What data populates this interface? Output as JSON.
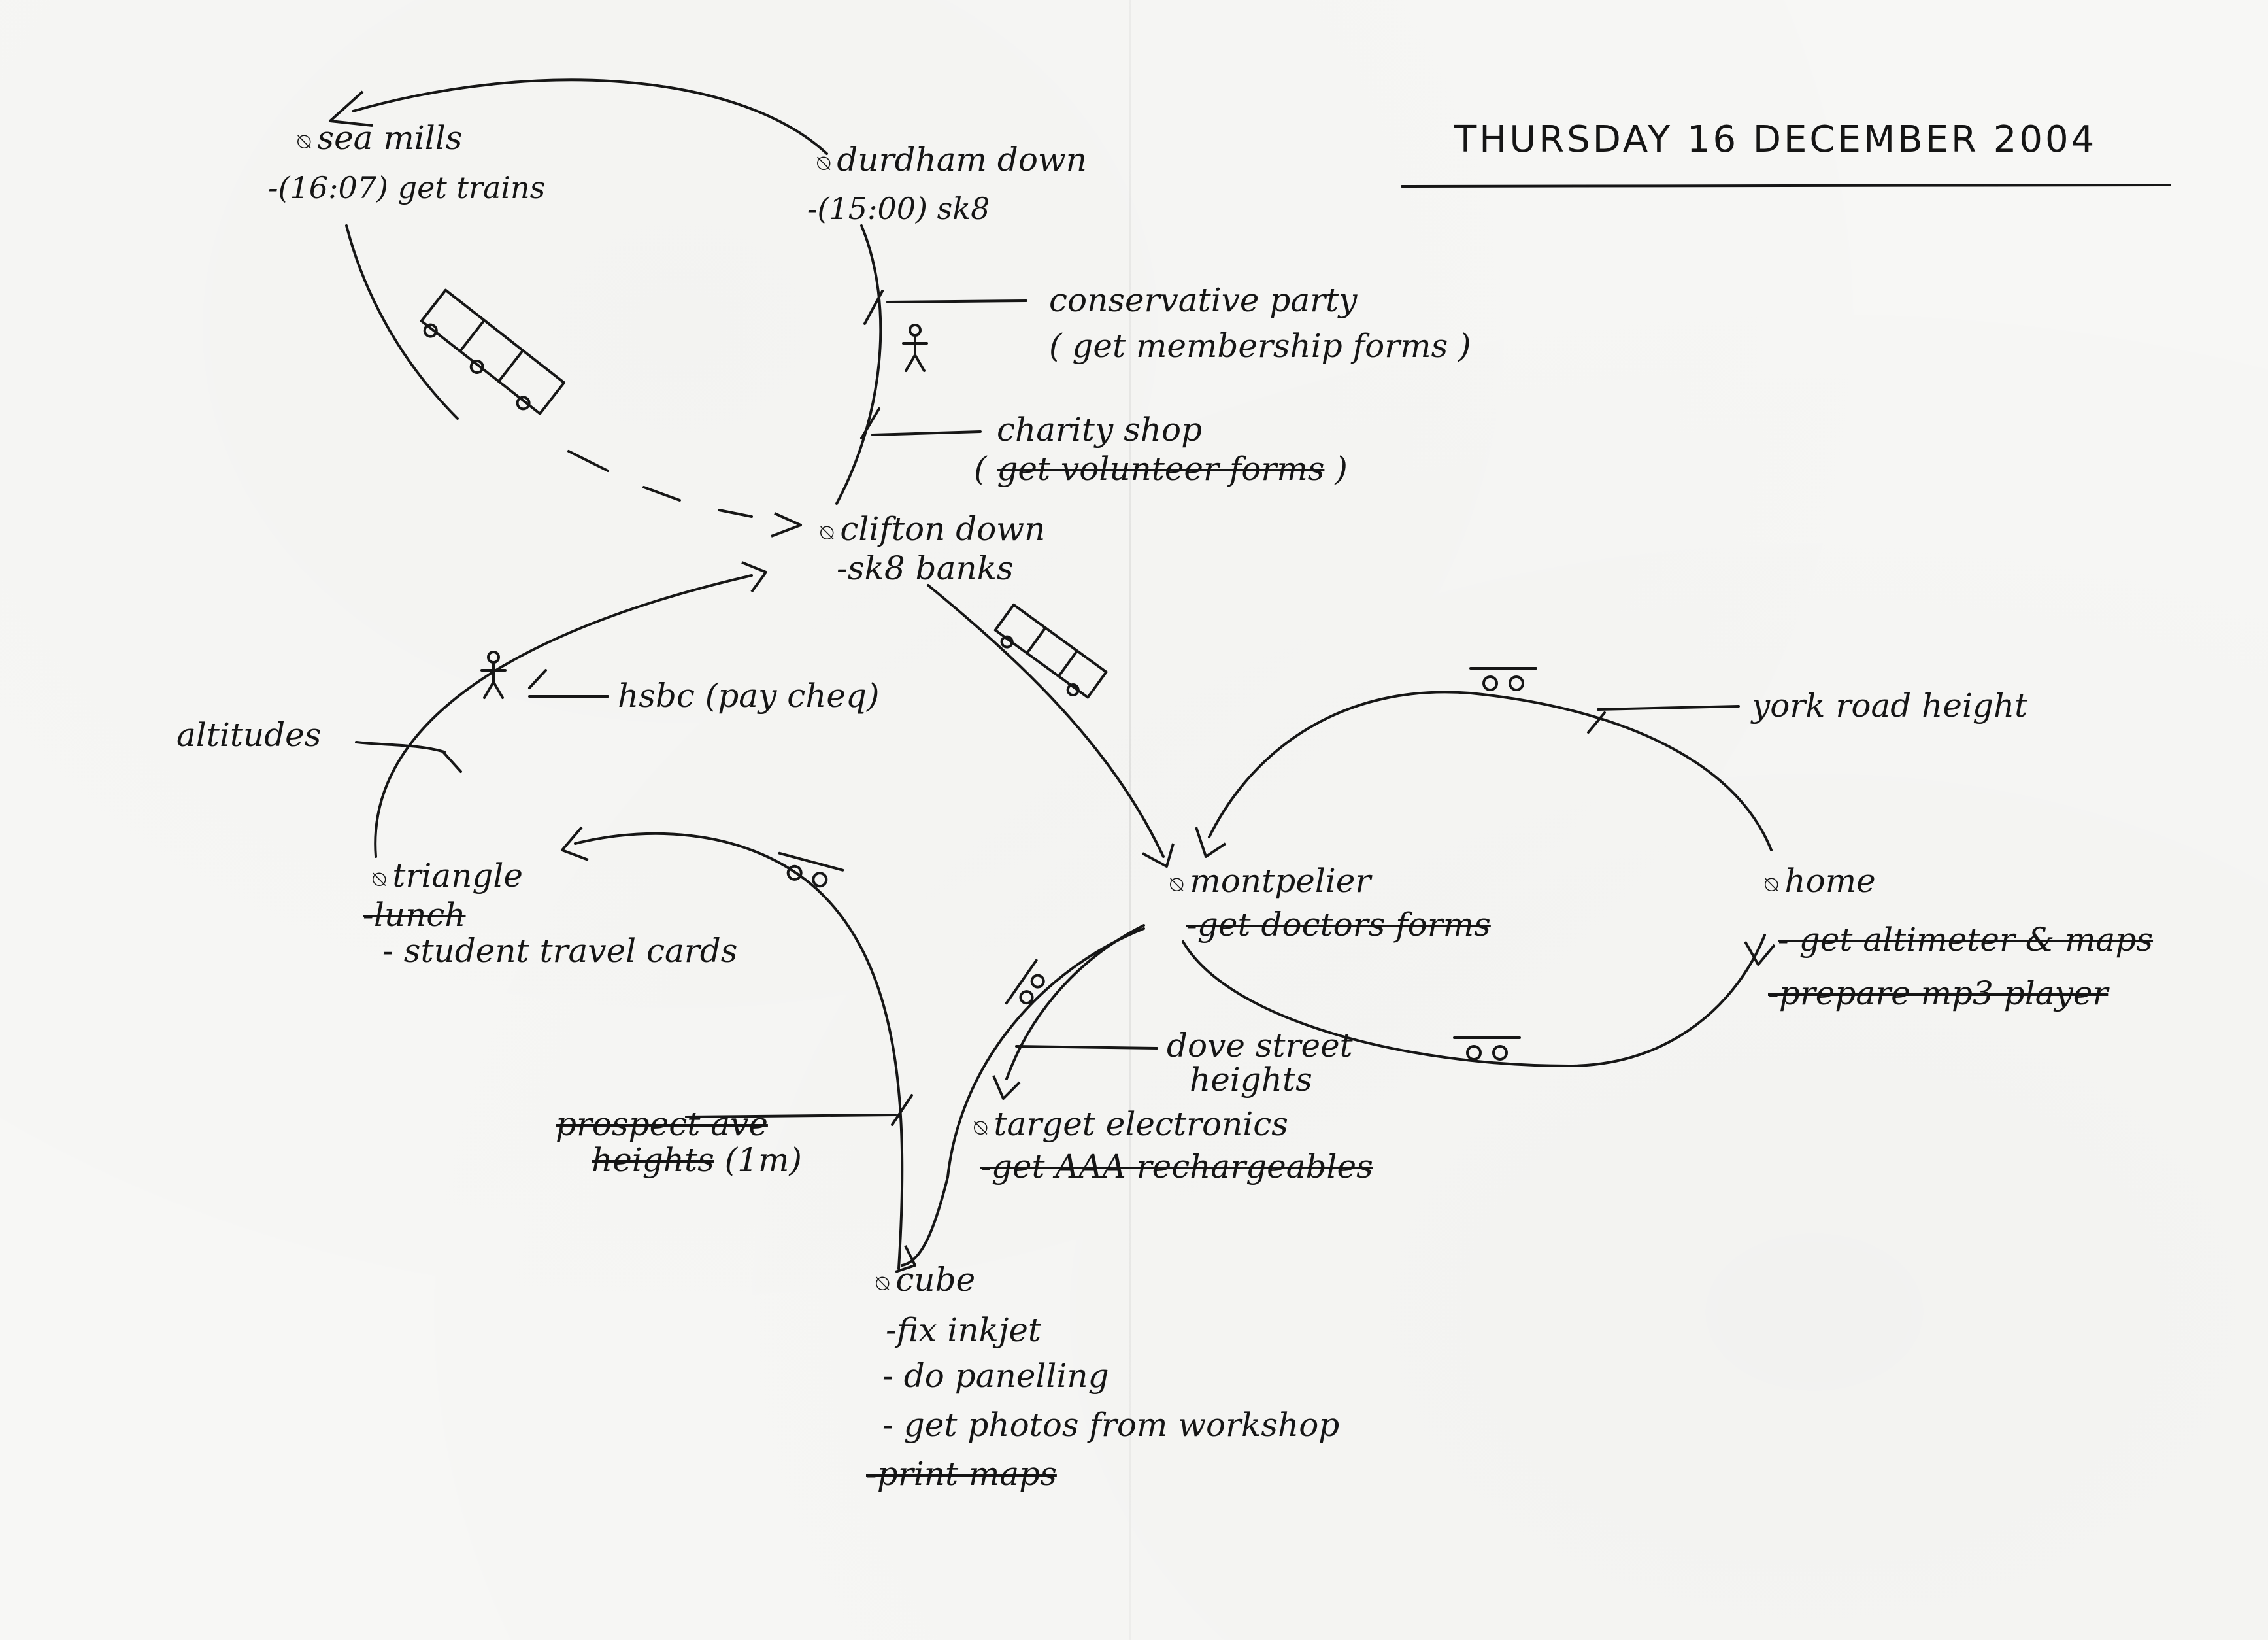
{
  "title": "THURSDAY 16 DECEMBER 2004",
  "stops": {
    "sea_mills": {
      "name": "sea mills",
      "note": "-(16:07) get trains"
    },
    "durdham_down": {
      "name": "durdham down",
      "note": "-(15:00) sk8"
    },
    "clifton_down": {
      "name": "clifton down",
      "note": "-sk8 banks"
    },
    "triangle": {
      "name": "triangle",
      "struck_note": "-lunch",
      "note": "- student travel cards"
    },
    "montpelier": {
      "name": "montpelier",
      "struck_note": "-get doctors forms"
    },
    "home": {
      "name": "home",
      "struck_note_1": "- get altimeter & maps",
      "struck_note_2": "-prepare mp3 player"
    },
    "target_electronics": {
      "name": "target electronics",
      "struck_note": "-get AAA rechargeables"
    },
    "cube": {
      "name": "cube",
      "notes": [
        "-fix inkjet",
        "- do panelling",
        "- get photos from workshop"
      ],
      "struck_note": "-print maps"
    }
  },
  "waypoints": {
    "conservative_party": {
      "label": "conservative party",
      "note": "( get membership forms )"
    },
    "charity_shop": {
      "label": "charity shop",
      "note_open": "(",
      "struck_note": "get volunteer forms",
      "note_close": ")"
    },
    "hsbc": {
      "label": "hsbc (pay cheq)"
    },
    "altitudes": {
      "label": "altitudes"
    },
    "york_road_height": {
      "label": "york road height"
    },
    "dove_street_heights": {
      "label_1": "dove street",
      "label_2": "heights"
    },
    "prospect_ave_heights": {
      "struck_label_1": "prospect ave",
      "struck_label_2": "heights",
      "note": "(1m)"
    }
  },
  "icons": {
    "stop_marker": "circle-with-tail",
    "walk": "stick-figure-icon",
    "train": "train-icon",
    "skateboard": "skateboard-icon",
    "arrow": "open-triangle-arrowhead"
  },
  "colors": {
    "ink": "#161616",
    "paper": "#f7f7f5"
  }
}
